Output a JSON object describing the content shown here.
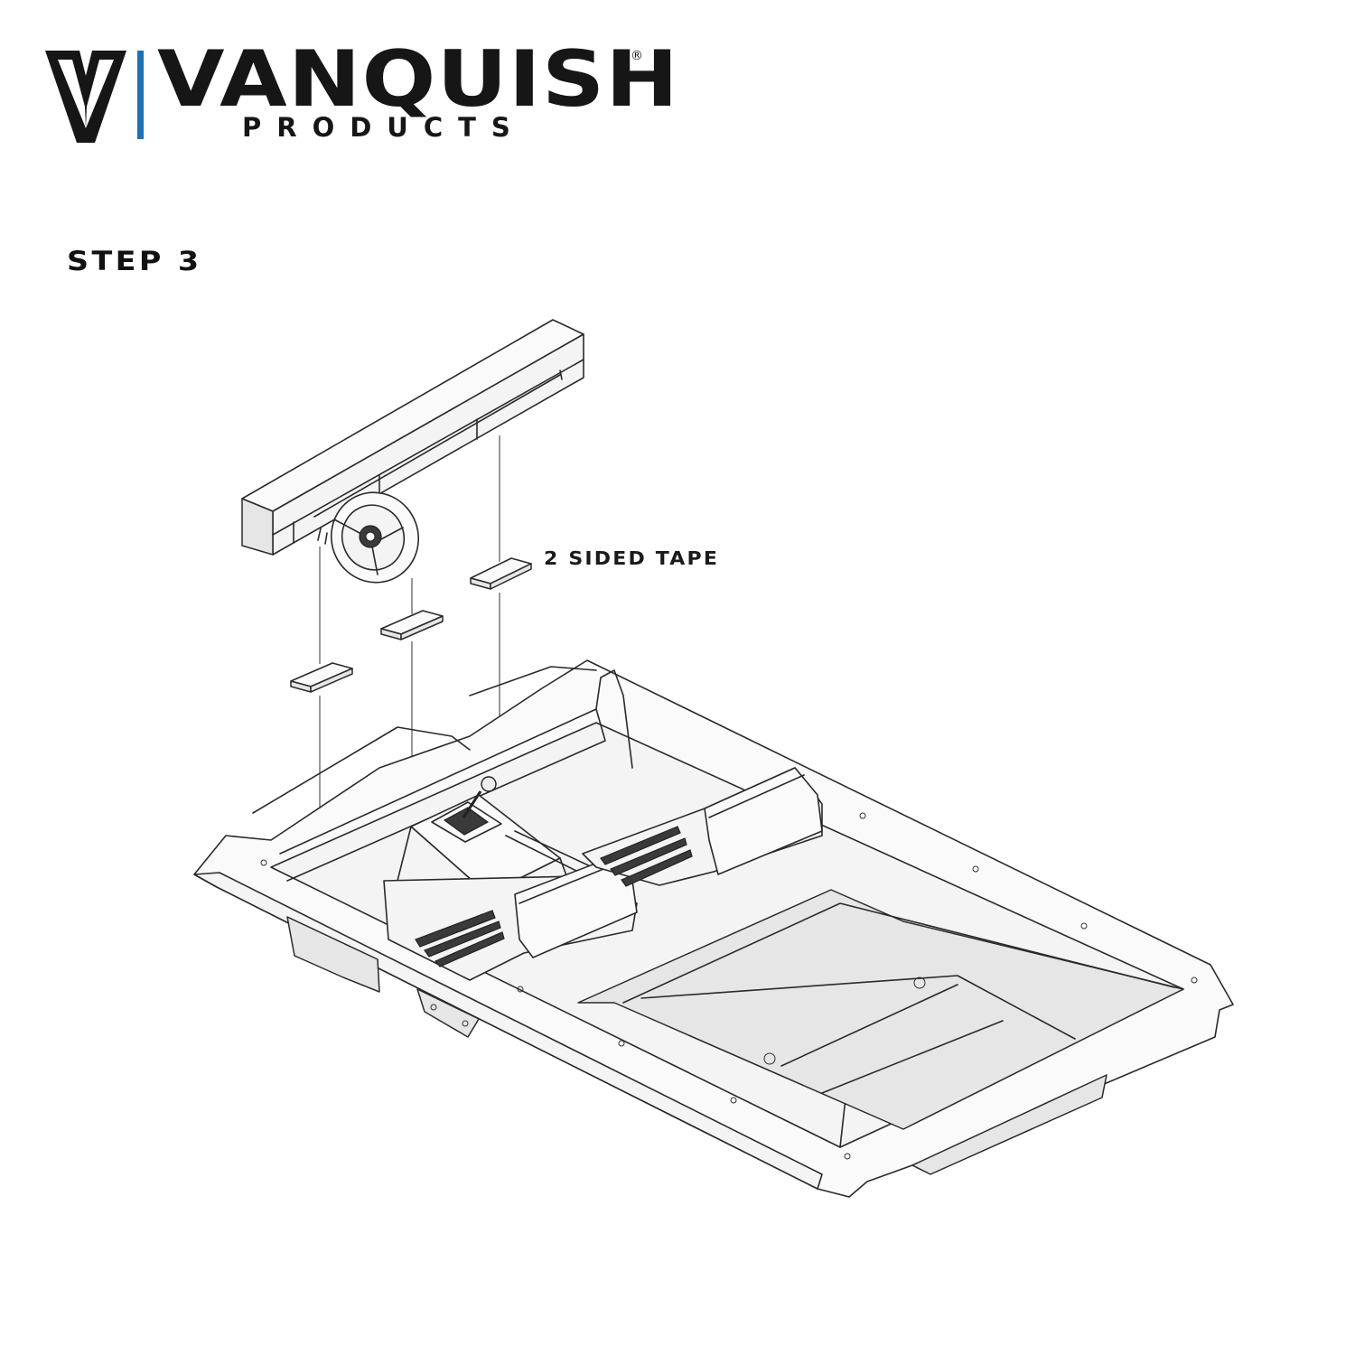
{
  "brand": {
    "name": "VANQUISH",
    "registered": "®",
    "subtitle": "PRODUCTS",
    "accent_color": "#1f6fb4"
  },
  "step": {
    "label": "STEP 3"
  },
  "callouts": {
    "tape": "2 SIDED TAPE"
  },
  "parts": {
    "tape_pieces": 3,
    "icons": [
      "vanquish-v-logo-icon",
      "steering-wheel-icon",
      "shifter-icon"
    ]
  }
}
